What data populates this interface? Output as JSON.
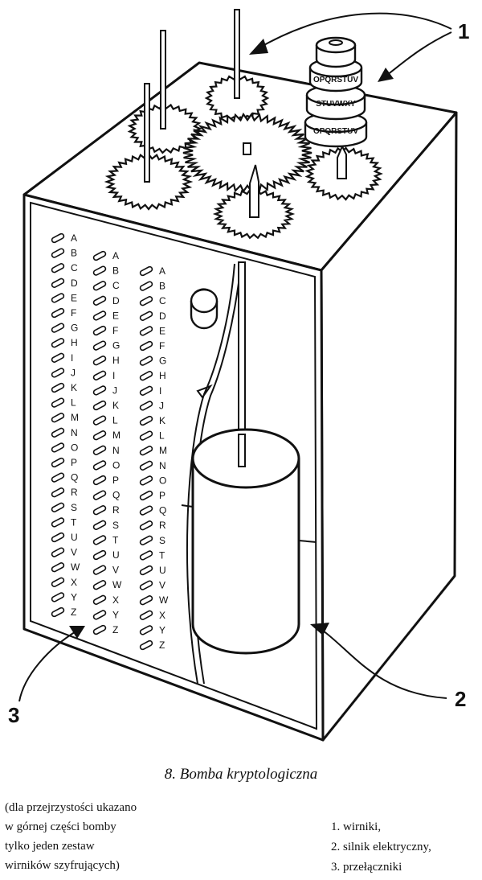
{
  "figure": {
    "callout_1": "1",
    "callout_2": "2",
    "callout_3": "3",
    "drum_labels": [
      "OPQRSTUV",
      "STUVWXY",
      "OPQRSTUV"
    ],
    "switch_columns": [
      [
        "A",
        "B",
        "C",
        "D",
        "E",
        "F",
        "G",
        "H",
        "I",
        "J",
        "K",
        "L",
        "M",
        "N",
        "O",
        "P",
        "Q",
        "R",
        "S",
        "T",
        "U",
        "V",
        "W",
        "X",
        "Y",
        "Z"
      ],
      [
        "A",
        "B",
        "C",
        "D",
        "E",
        "F",
        "G",
        "H",
        "I",
        "J",
        "K",
        "L",
        "M",
        "N",
        "O",
        "P",
        "Q",
        "R",
        "S",
        "T",
        "U",
        "V",
        "W",
        "X",
        "Y",
        "Z"
      ],
      [
        "A",
        "B",
        "C",
        "D",
        "E",
        "F",
        "G",
        "H",
        "I",
        "J",
        "K",
        "L",
        "M",
        "N",
        "O",
        "P",
        "Q",
        "R",
        "S",
        "T",
        "U",
        "V",
        "W",
        "X",
        "Y",
        "Z"
      ]
    ]
  },
  "caption": "8. Bomba kryptologiczna",
  "note_lines": [
    "(dla przejrzystości ukazano",
    "w górnej części bomby",
    "tylko jeden zestaw",
    "wirników szyfrujących)"
  ],
  "legend": [
    "1.  wirniki,",
    "2.  silnik elektryczny,",
    "3.  przełączniki"
  ]
}
